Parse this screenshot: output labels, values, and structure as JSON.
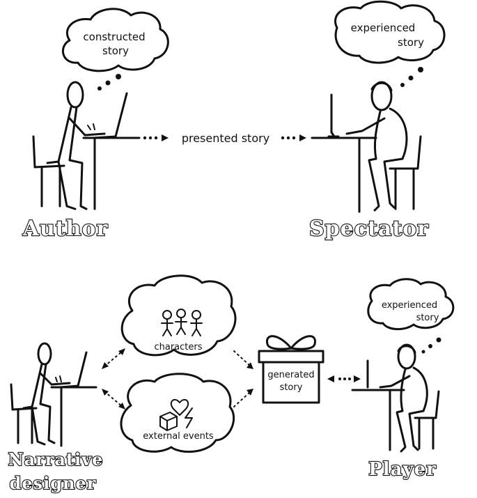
{
  "top": {
    "author_thought_line1": "constructed",
    "author_thought_line2": "story",
    "spectator_thought_line1": "experienced",
    "spectator_thought_line2": "story",
    "center_label": "presented story",
    "author_label": "Author",
    "spectator_label": "Spectator"
  },
  "bottom": {
    "characters_label": "characters",
    "events_label": "external events",
    "gift_line1": "generated",
    "gift_line2": "story",
    "player_thought_line1": "experienced",
    "player_thought_line2": "story",
    "designer_label_line1": "Narrative",
    "designer_label_line2": "designer",
    "player_label": "Player"
  }
}
